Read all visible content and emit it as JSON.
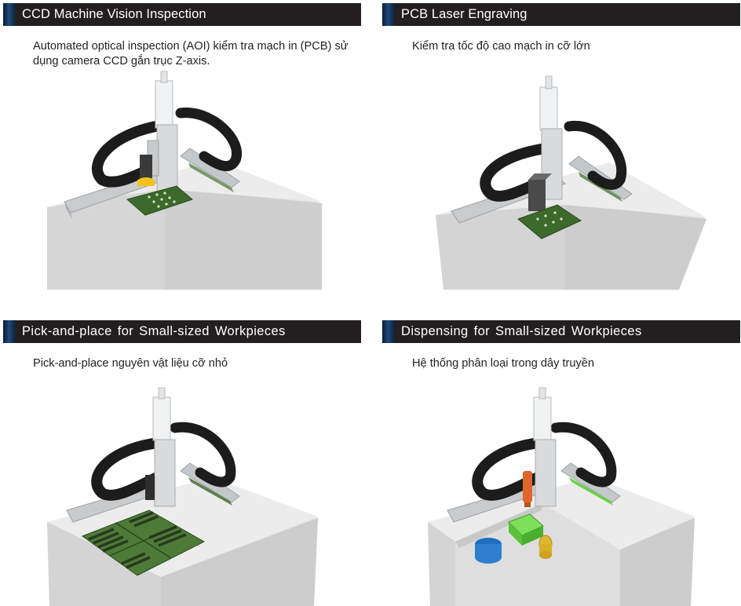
{
  "panels": [
    {
      "id": "ccd-machine-vision",
      "title": "CCD Machine Vision Inspection",
      "description": "Automated optical inspection (AOI) kiểm tra mạch in (PCB) sử dụng camera CCD gắn trục  Z-axis.",
      "illustration": "gantry-robot-with-ccd-camera-over-pcb"
    },
    {
      "id": "pcb-laser-engraving",
      "title": "PCB Laser Engraving",
      "description": "Kiểm tra tốc độ cao mạch in cỡ lớn",
      "illustration": "gantry-robot-with-laser-head-over-pcb"
    },
    {
      "id": "pick-and-place",
      "title": "Pick-and-place for Small-sized Workpieces",
      "description": "Pick-and-place  nguyên vật liệu cỡ nhỏ",
      "illustration": "gantry-robot-with-gripper-over-chip-trays"
    },
    {
      "id": "dispensing",
      "title": "Dispensing for Small-sized Workpieces",
      "description": "Hệ thống phân loại trong dây truyền",
      "illustration": "gantry-robot-with-dispenser-and-parts"
    }
  ],
  "colors": {
    "header_bg": "#231f20",
    "header_accent": "#1e4a7a",
    "header_text": "#ffffff",
    "body_text": "#231f20",
    "pcb_green": "#3c6a2c",
    "cable_chain": "#1c1c1c",
    "part_blue": "#2f7fd0",
    "part_green": "#6ad24a",
    "part_yellow": "#e0b830",
    "dispenser_orange": "#e0652a",
    "camera_yellow": "#f2c21a"
  }
}
